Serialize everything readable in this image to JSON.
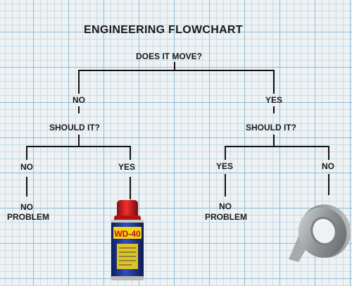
{
  "title": "ENGINEERING FLOWCHART",
  "root_question": "DOES IT MOVE?",
  "left_branch": {
    "answer": "NO",
    "question": "SHOULD IT?",
    "left_answer": "NO",
    "left_result": [
      "NO",
      "PROBLEM"
    ],
    "right_answer": "YES",
    "right_result_icon": "wd40-spray-can-icon",
    "can_text": "WD-40"
  },
  "right_branch": {
    "answer": "YES",
    "question": "SHOULD IT?",
    "left_answer": "YES",
    "left_result": [
      "NO",
      "PROBLEM"
    ],
    "right_answer": "NO",
    "right_result_icon": "duct-tape-roll-icon"
  },
  "colors": {
    "grid_major": "#8fbcd4",
    "grid_minor": "#c7dde8",
    "paper": "#eef2f3",
    "can_blue": "#1d3a9a",
    "can_red": "#d21a1a",
    "can_yellow": "#f2d21b",
    "tape_gray": "#a4a7aa"
  }
}
